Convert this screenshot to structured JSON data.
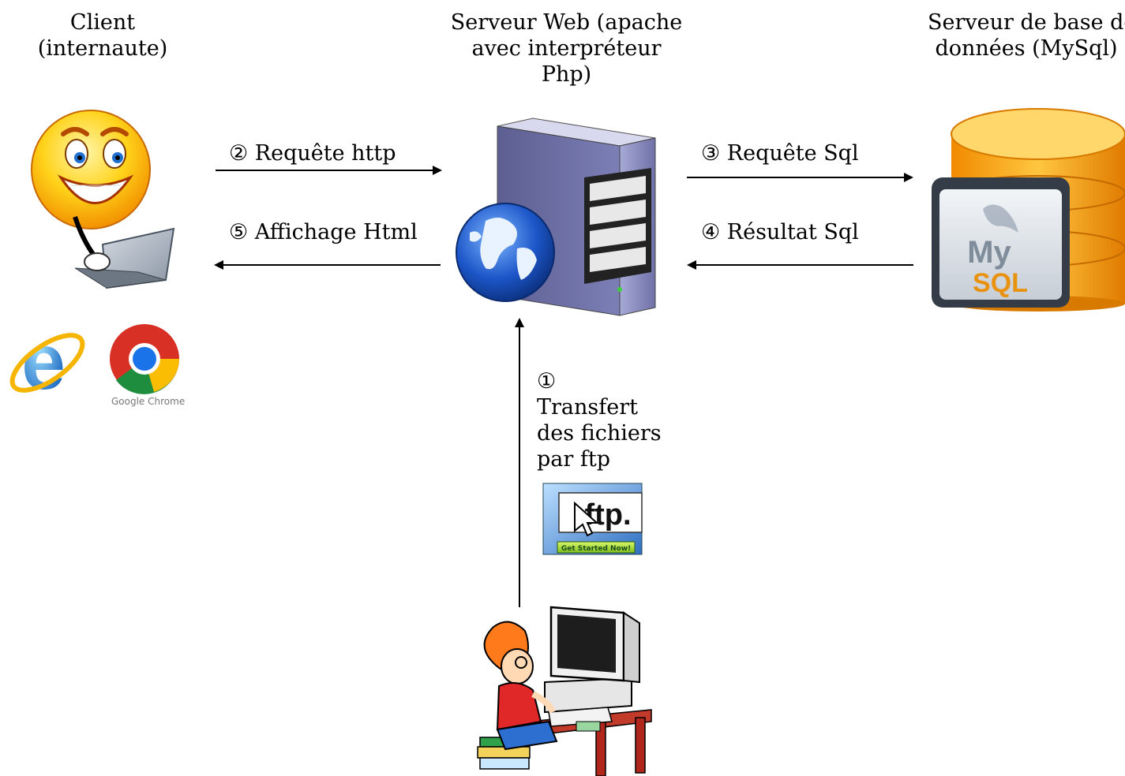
{
  "columns": {
    "client": {
      "title_line1": "Client",
      "title_line2": "(internaute)"
    },
    "server": {
      "title_line1": "Serveur Web (apache",
      "title_line2": "avec interpréteur",
      "title_line3": "Php)"
    },
    "database": {
      "title_line1": "Serveur de base de",
      "title_line2": "données (MySql)"
    }
  },
  "arrows": {
    "http_request": "② Requête http",
    "html_display": "⑤ Affichage Html",
    "sql_request": "③ Requête Sql",
    "sql_result": "④ Résultat Sql",
    "ftp_number": "①",
    "ftp_line1": "Transfert",
    "ftp_line2": "des fichiers",
    "ftp_line3": "par ftp"
  },
  "logos": {
    "chrome_caption": "Google Chrome",
    "ftp_text": "ftp.",
    "ftp_button": "Get Started Now!",
    "mysql_line1": "My",
    "mysql_line2": "SQL"
  },
  "icons": [
    "smiley-laptop-icon",
    "internet-explorer-icon",
    "google-chrome-icon",
    "web-server-icon",
    "globe-icon",
    "mysql-database-icon",
    "ftp-icon",
    "developer-computer-icon"
  ],
  "colors": {
    "arrow": "#000000",
    "server_body": "#8d8fc0",
    "db_gold": "#f5a623",
    "ftp_blue": "#3b7fd0"
  }
}
